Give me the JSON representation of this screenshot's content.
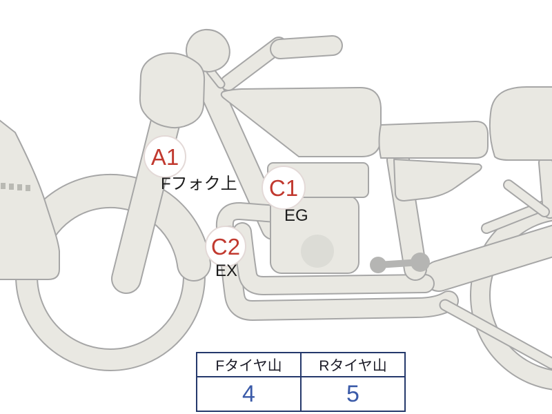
{
  "diagram": {
    "subject": "motorcycle-side-view-condition-diagram",
    "markers": [
      {
        "code": "A1",
        "label": "Fフォク上"
      },
      {
        "code": "C1",
        "label": "EG"
      },
      {
        "code": "C2",
        "label": "EX"
      }
    ],
    "colors": {
      "marker_code_red": "#c1392f",
      "marker_circle_border": "#e3d9d7",
      "body_fill": "#e9e8e2",
      "body_stroke": "#a6a6a6",
      "detail_gray": "#b5b5b3"
    }
  },
  "tire_table": {
    "columns": [
      {
        "header": "Fタイヤ山",
        "value": "4"
      },
      {
        "header": "Rタイヤ山",
        "value": "5"
      }
    ],
    "colors": {
      "border": "#24386b",
      "header_text": "#1c1c28",
      "value_text": "#3a5aa8"
    }
  }
}
